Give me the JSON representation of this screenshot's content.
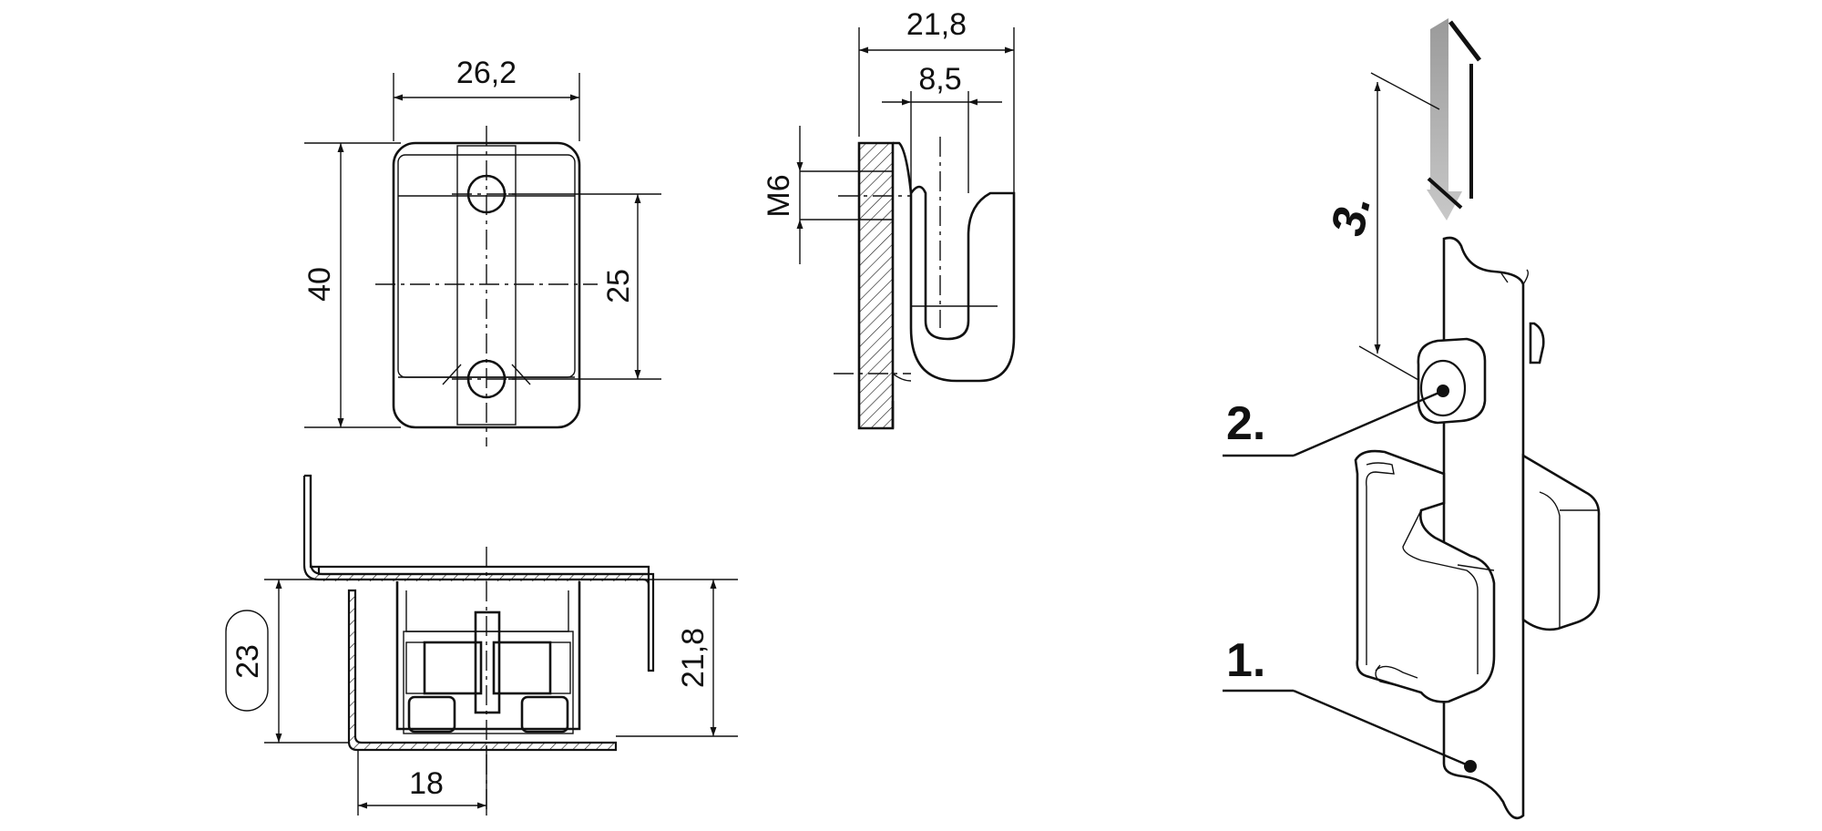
{
  "dimensions": {
    "front_width": "26,2",
    "front_height": "40",
    "hole_spacing": "25",
    "side_depth": "21,8",
    "side_slot": "8,5",
    "thread": "M6",
    "bottom_boxed": "23",
    "bottom_height": "21,8",
    "bottom_offset": "18"
  },
  "callouts": {
    "part_1": "1.",
    "part_2": "2.",
    "step_3": "3."
  }
}
